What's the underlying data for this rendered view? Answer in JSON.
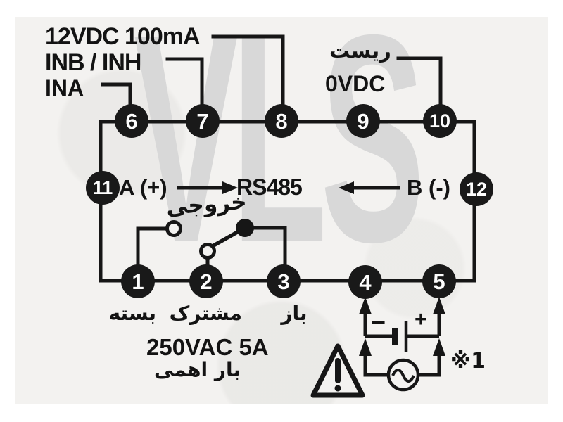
{
  "labels": {
    "supply": "12VDC 100mA",
    "inb_inh": "INB / INH",
    "ina": "INA",
    "reset": "ریست",
    "zero_vdc": "0VDC",
    "a_plus": "A (+)",
    "rs485": "RS485",
    "b_minus": "B (-)",
    "output": "خروجی",
    "contact_nc": "بسته",
    "contact_common": "مشترک",
    "contact_no": "باز",
    "relay_rating": "250VAC 5A",
    "load_type": "بار اهمی",
    "battery_minus": "−",
    "battery_plus": "+",
    "note_ref": "※1"
  },
  "terminals": {
    "t1": "1",
    "t2": "2",
    "t3": "3",
    "t4": "4",
    "t5": "5",
    "t6": "6",
    "t7": "7",
    "t8": "8",
    "t9": "9",
    "t10": "10",
    "t11": "11",
    "t12": "12"
  },
  "watermark": {
    "text": "VLS"
  },
  "colors": {
    "wire": "#161616",
    "terminal_fill": "#191919",
    "terminal_text": "#fdfdfd",
    "watermark": "#d8d8d8",
    "paper": "#f3f2f0"
  }
}
